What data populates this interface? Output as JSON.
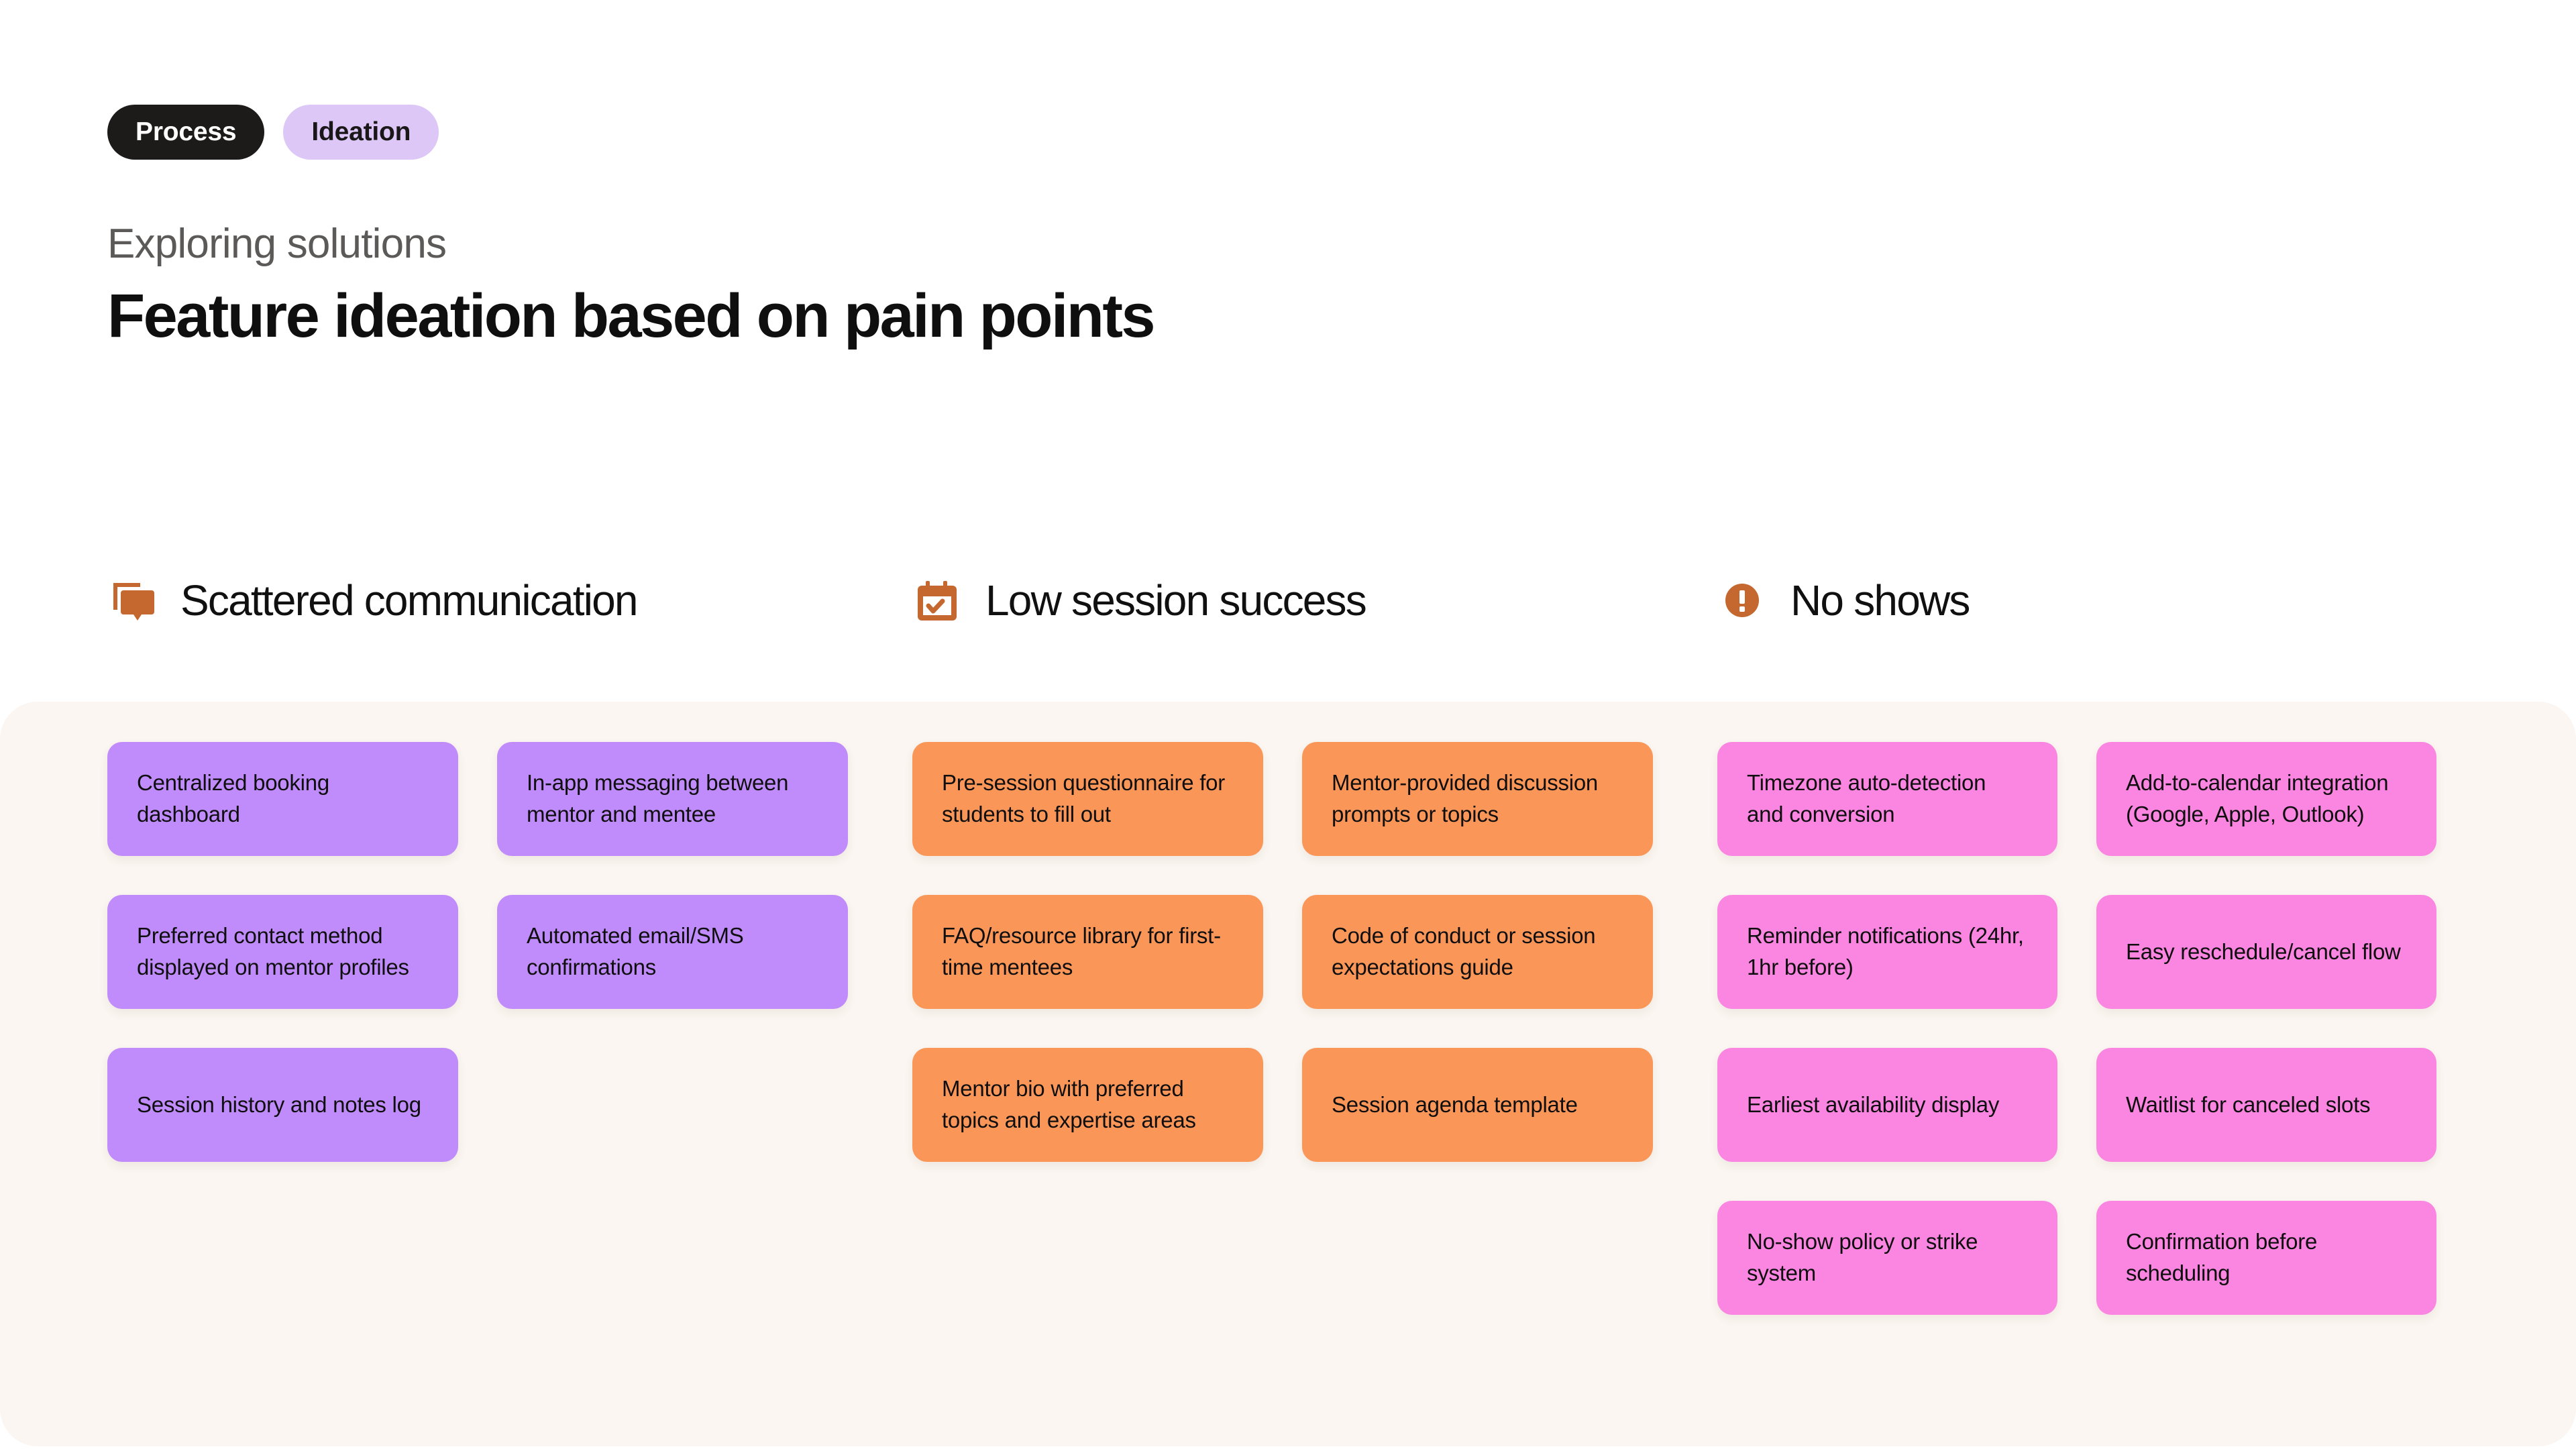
{
  "header": {
    "pills": [
      {
        "label": "Process",
        "style": "dark"
      },
      {
        "label": "Ideation",
        "style": "lilac"
      }
    ],
    "eyebrow": "Exploring solutions",
    "headline": "Feature ideation based on pain points"
  },
  "colors": {
    "page_background": "#FFFFFF",
    "panel_background": "#FBF6F1",
    "pill_dark": "#1D1B1A",
    "pill_lilac": "#DCC7F7",
    "icon_accent": "#C4682F",
    "card_purple": "#C08CFB",
    "card_orange": "#FB9659",
    "card_pink": "#FB86E1",
    "text_primary": "#100F10",
    "text_muted": "#5C5A58"
  },
  "columns": [
    {
      "title": "Scattered communication",
      "icon": "chat-bubbles-icon",
      "card_color": "#C08CFB",
      "cards": [
        "Centralized booking dashboard",
        "In-app messaging between mentor and mentee",
        "Preferred contact method displayed on mentor profiles",
        "Automated email/SMS confirmations",
        "Session history and notes log"
      ]
    },
    {
      "title": "Low session success",
      "icon": "calendar-check-icon",
      "card_color": "#FB9659",
      "cards": [
        "Pre-session questionnaire for students to fill out",
        "Mentor-provided discussion prompts or topics",
        "FAQ/resource library for first-time mentees",
        "Code of conduct or session expectations guide",
        "Mentor bio with preferred topics and expertise areas",
        "Session agenda template"
      ]
    },
    {
      "title": "No shows",
      "icon": "alert-circle-icon",
      "card_color": "#FB86E1",
      "cards": [
        "Timezone auto-detection and conversion",
        "Add-to-calendar integration (Google, Apple, Outlook)",
        "Reminder notifications (24hr, 1hr before)",
        "Easy reschedule/cancel flow",
        "Earliest availability display",
        "Waitlist for canceled slots",
        "No-show policy or strike system",
        "Confirmation before scheduling"
      ]
    }
  ]
}
